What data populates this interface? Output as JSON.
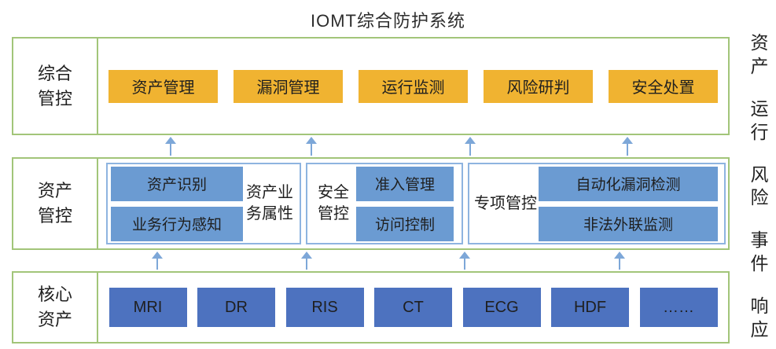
{
  "title": "IOMT综合防护系统",
  "colors": {
    "green_border": "#a2c579",
    "orange": "#f0b331",
    "mid_blue": "#6b9bd2",
    "dark_blue": "#4d72bf",
    "sub_border": "#8eb4e0",
    "arrow": "#7da7d8"
  },
  "rows": {
    "management": {
      "label": "综合管控",
      "buttons": [
        "资产管理",
        "漏洞管理",
        "运行监测",
        "风险研判",
        "安全处置"
      ]
    },
    "asset_control": {
      "label": "资产管控",
      "groups": [
        {
          "label": "资产业务属性",
          "buttons": [
            "资产识别",
            "业务行为感知"
          ]
        },
        {
          "label": "安全管控",
          "buttons": [
            "准入管理",
            "访问控制"
          ]
        },
        {
          "label": "专项管控",
          "buttons": [
            "自动化漏洞检测",
            "非法外联监测"
          ]
        }
      ]
    },
    "core_assets": {
      "label": "核心资产",
      "buttons": [
        "MRI",
        "DR",
        "RIS",
        "CT",
        "ECG",
        "HDF",
        "……"
      ]
    }
  },
  "right_caption": {
    "words": [
      "资产",
      "运行",
      "风险",
      "事件",
      "响应"
    ]
  }
}
